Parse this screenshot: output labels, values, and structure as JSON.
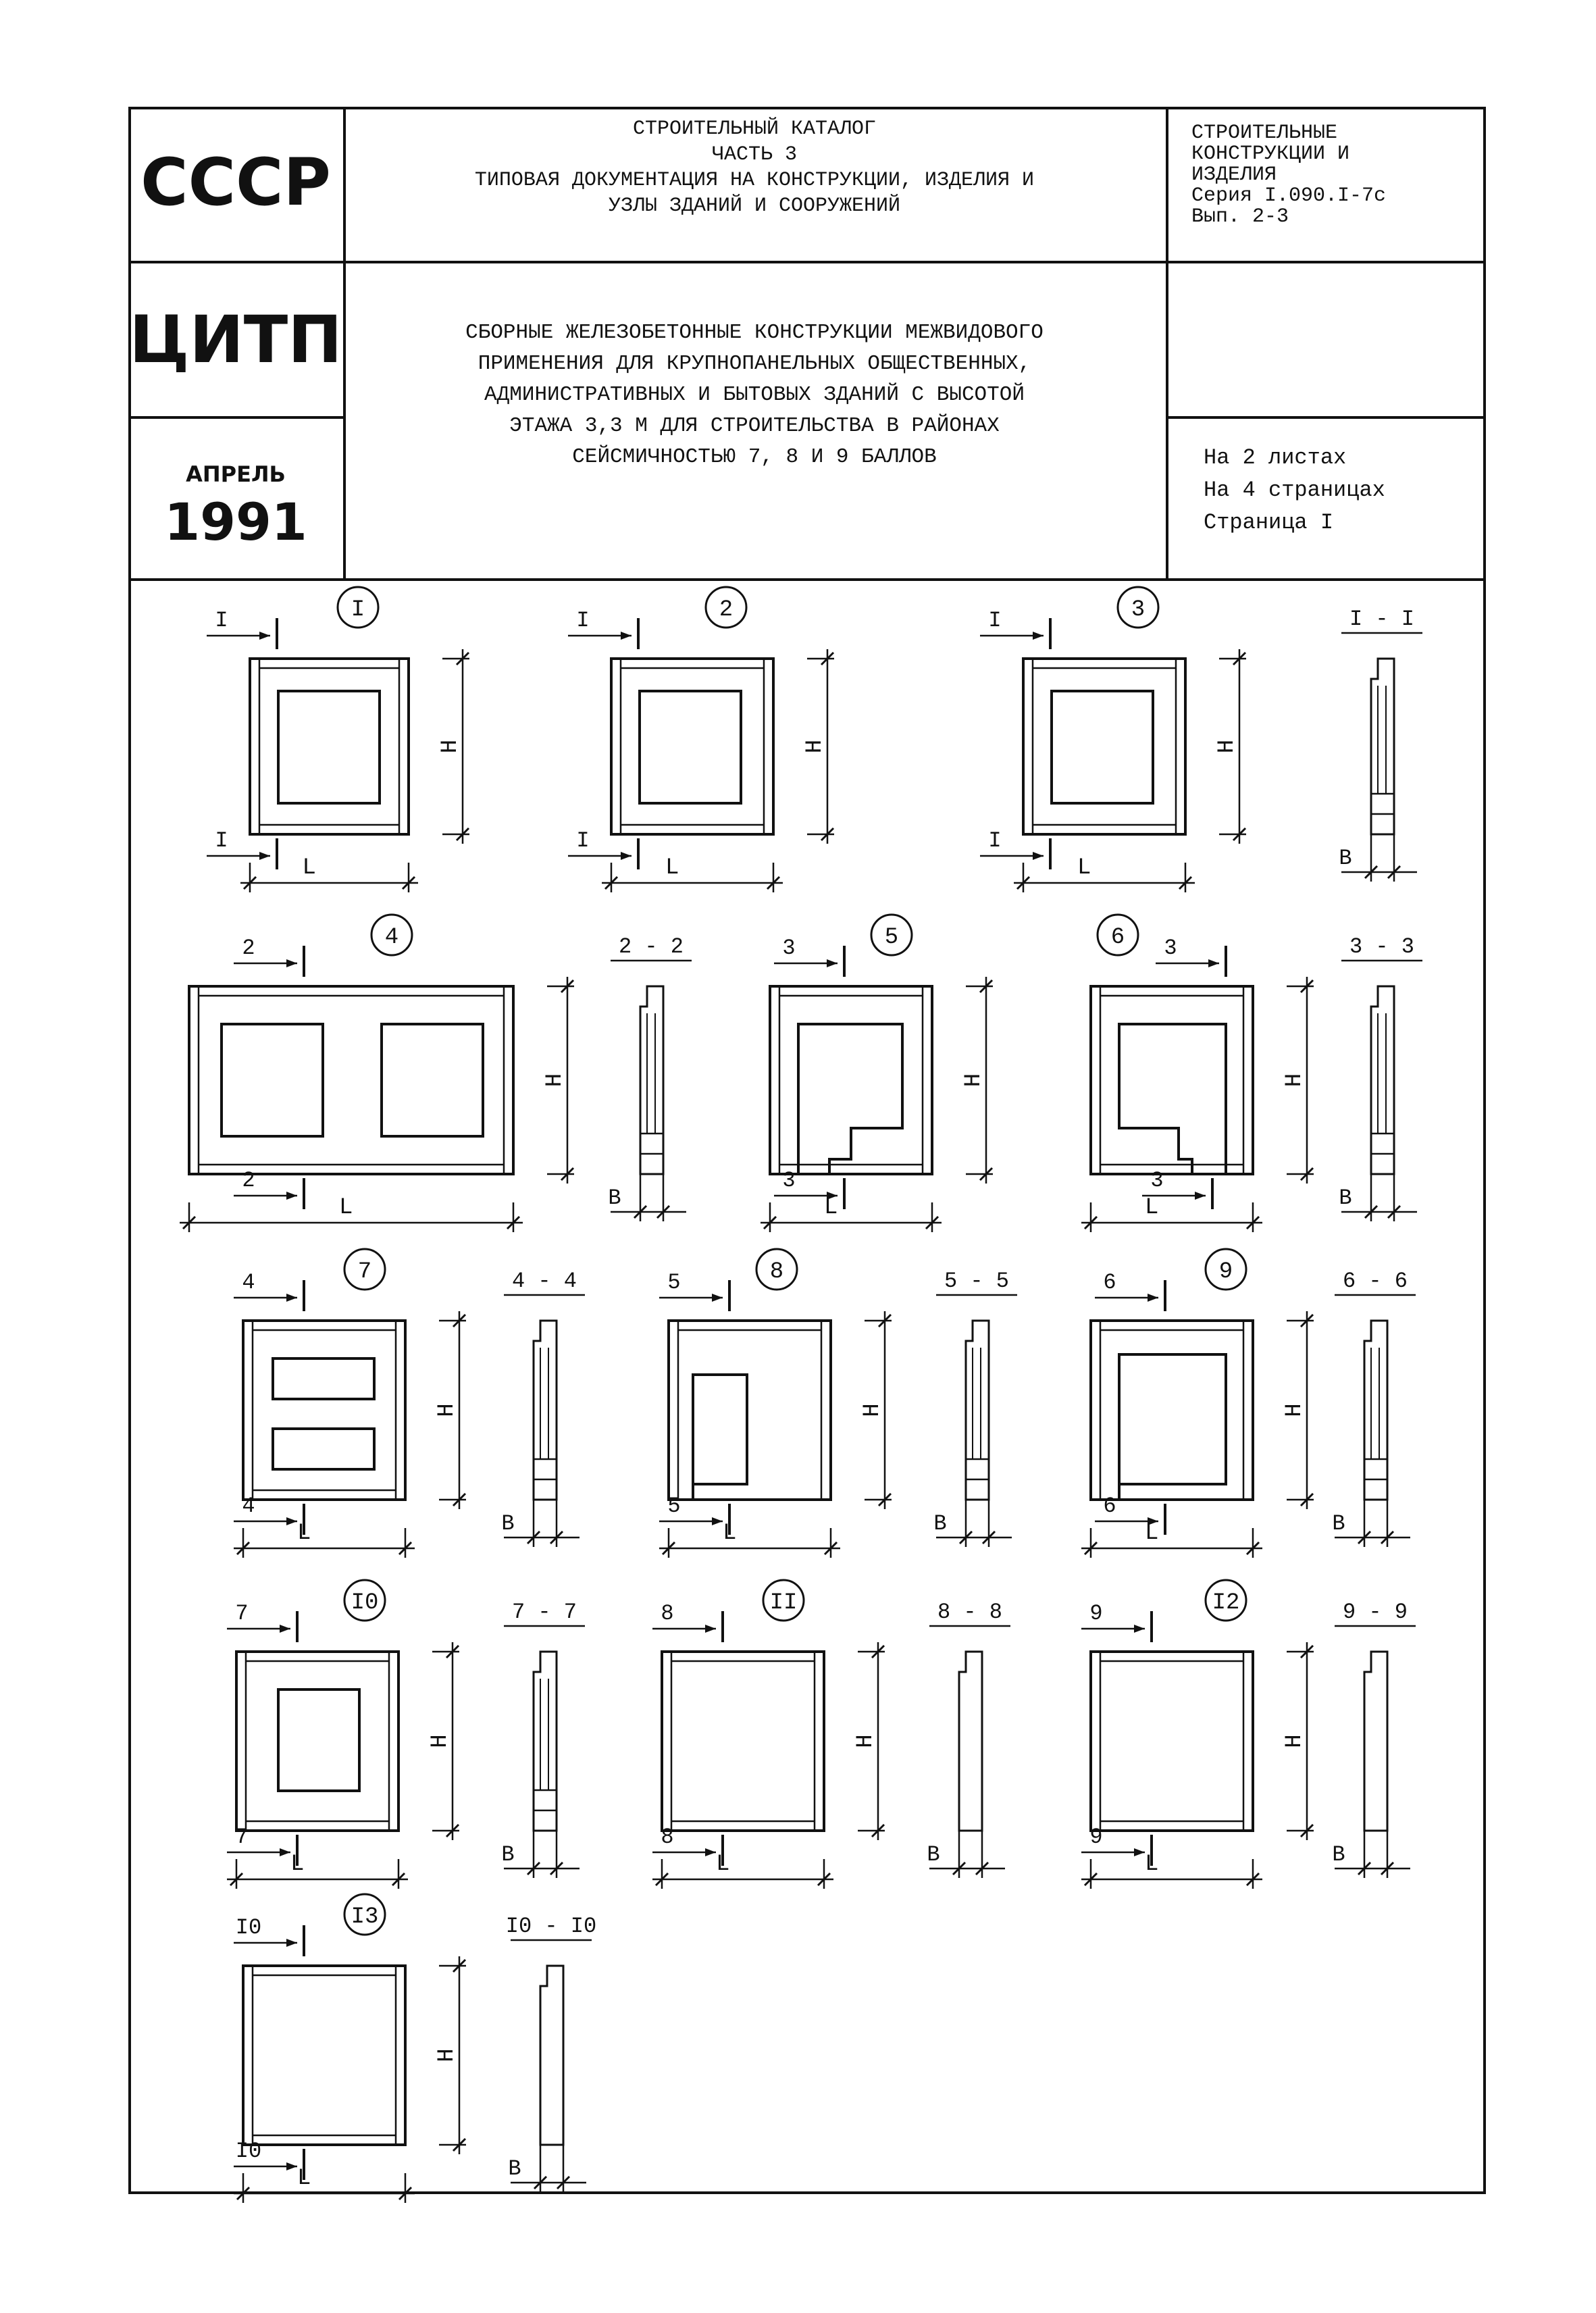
{
  "stamp": {
    "country": "СССР",
    "org": "ЦИТП",
    "month": "АПРЕЛЬ",
    "year": "1991"
  },
  "header": {
    "catalog_lines": [
      "СТРОИТЕЛЬНЫЙ КАТАЛОГ",
      "ЧАСТЬ 3",
      "ТИПОВАЯ ДОКУМЕНТАЦИЯ НА КОНСТРУКЦИИ, ИЗДЕЛИЯ И",
      "УЗЛЫ ЗДАНИЙ И СООРУЖЕНИЙ"
    ],
    "series_lines": [
      "СТРОИТЕЛЬНЫЕ",
      "КОНСТРУКЦИИ И",
      "ИЗДЕЛИЯ",
      "Серия I.090.I-7с",
      "Вып. 2-3"
    ],
    "title_lines": [
      "СБОРНЫЕ ЖЕЛЕЗОБЕТОННЫЕ КОНСТРУКЦИИ МЕЖВИДОВОГО",
      "ПРИМЕНЕНИЯ ДЛЯ КРУПНОПАНЕЛЬНЫХ ОБЩЕСТВЕННЫХ,",
      "АДМИНИСТРАТИВНЫХ И БЫТОВЫХ ЗДАНИЙ С ВЫСОТОЙ",
      "ЭТАЖА 3,3 М ДЛЯ СТРОИТЕЛЬСТВА В РАЙОНАХ",
      "СЕЙСМИЧНОСТЬЮ 7, 8 И 9 БАЛЛОВ"
    ],
    "sheet_lines": [
      "На 2 листах",
      "На 4 страницах",
      "Страница I"
    ]
  },
  "dim_labels": {
    "height": "Н",
    "length": "L",
    "width": "В"
  },
  "panels": [
    {
      "num": "I",
      "cut": "I"
    },
    {
      "num": "2",
      "cut": "I"
    },
    {
      "num": "3",
      "cut": "I"
    },
    {
      "num": "4",
      "cut": "2"
    },
    {
      "num": "5",
      "cut": "3"
    },
    {
      "num": "6",
      "cut": "3"
    },
    {
      "num": "7",
      "cut": "4"
    },
    {
      "num": "8",
      "cut": "5"
    },
    {
      "num": "9",
      "cut": "6"
    },
    {
      "num": "I0",
      "cut": "7"
    },
    {
      "num": "II",
      "cut": "8"
    },
    {
      "num": "I2",
      "cut": "9"
    },
    {
      "num": "I3",
      "cut": "I0"
    }
  ],
  "sections": [
    {
      "label": "I - I"
    },
    {
      "label": "2 - 2"
    },
    {
      "label": "3 - 3"
    },
    {
      "label": "4 - 4"
    },
    {
      "label": "5 - 5"
    },
    {
      "label": "6 - 6"
    },
    {
      "label": "7 - 7"
    },
    {
      "label": "8 - 8"
    },
    {
      "label": "9 - 9"
    },
    {
      "label": "I0 - I0"
    }
  ]
}
